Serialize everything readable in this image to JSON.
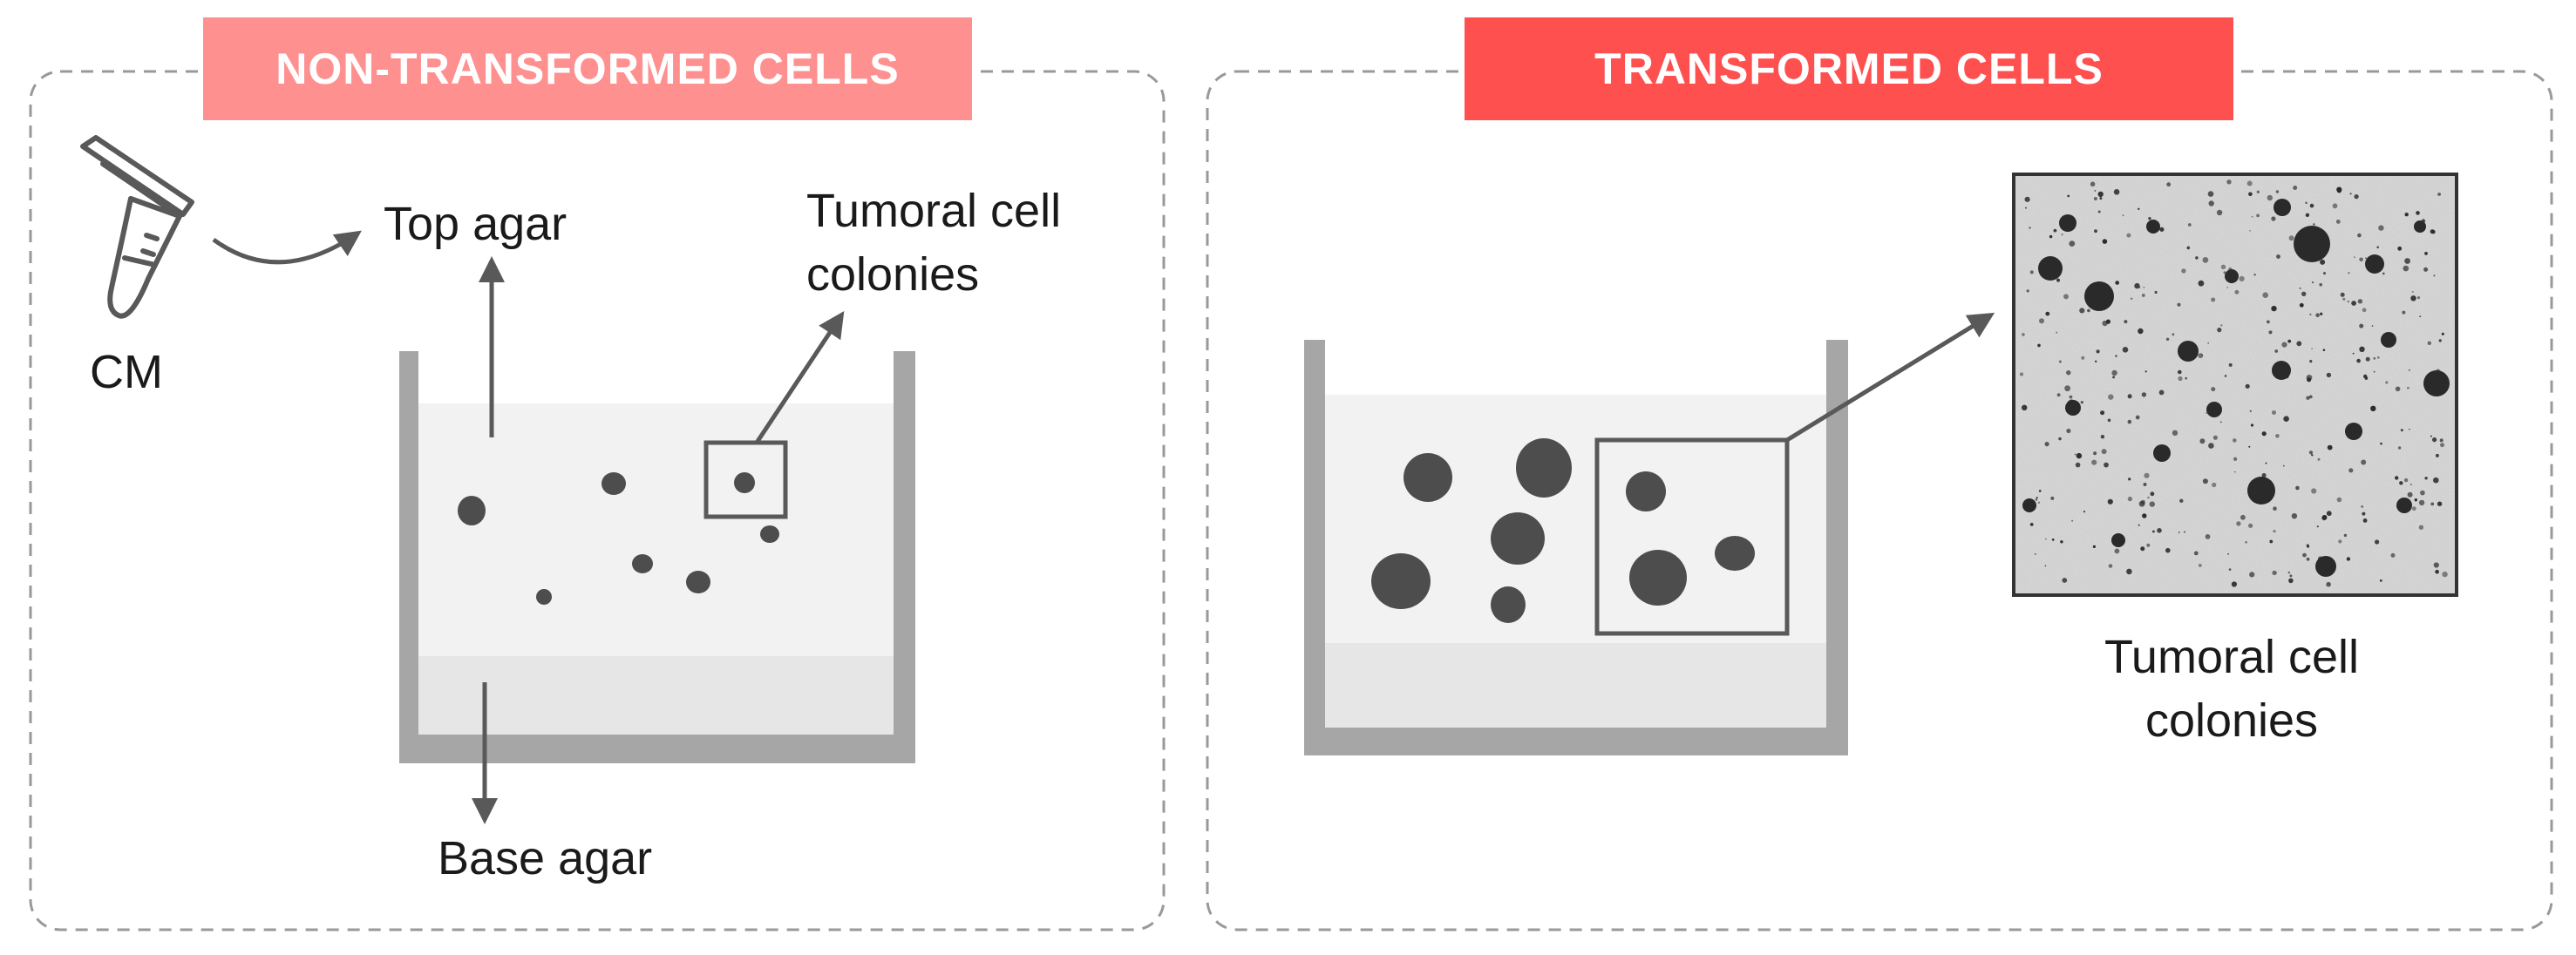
{
  "panels": {
    "left": {
      "title": "NON-TRANSFORMED CELLS",
      "title_color": "#ff9090"
    },
    "right": {
      "title": "TRANSFORMED  CELLS",
      "title_color": "#ff5050"
    }
  },
  "labels": {
    "cm": "CM",
    "top_agar": "Top agar",
    "base_agar": "Base agar",
    "colonies_left_line1": "Tumoral cell",
    "colonies_left_line2": "colonies",
    "colonies_right_line1": "Tumoral cell",
    "colonies_right_line2": "colonies"
  },
  "colors": {
    "well_wall": "#a6a6a6",
    "top_agar": "#f2f2f2",
    "base_agar": "#e6e6e6",
    "colony": "#4d4d4d",
    "arrow": "#595959",
    "panel_border": "#999999",
    "micrograph_bg": "#d6d6d6"
  },
  "icons": [
    "microtube-icon"
  ]
}
